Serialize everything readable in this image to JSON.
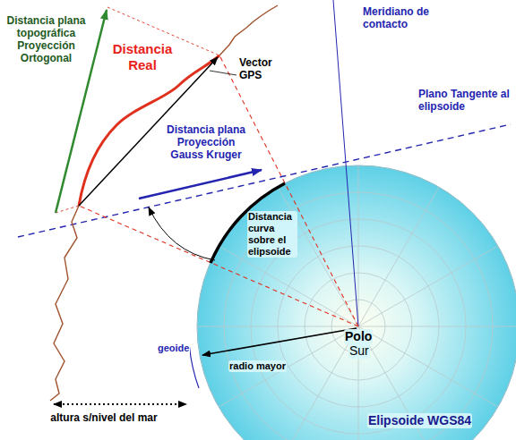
{
  "diagram": {
    "labels": [
      "Distancia plana topográfica Proyección Ortogonal",
      "Distancia Real",
      "Vector GPS",
      "Meridiano de contacto",
      "Plano Tangente al elipsoide",
      "Distancia plana Proyección Gauss Kruger",
      "Distancia curva sobre el elipsoide",
      "Polo",
      "Sur",
      "geoide",
      "radio mayor",
      "altura s/nivel del mar",
      "Elipsoide WGS84"
    ]
  }
}
